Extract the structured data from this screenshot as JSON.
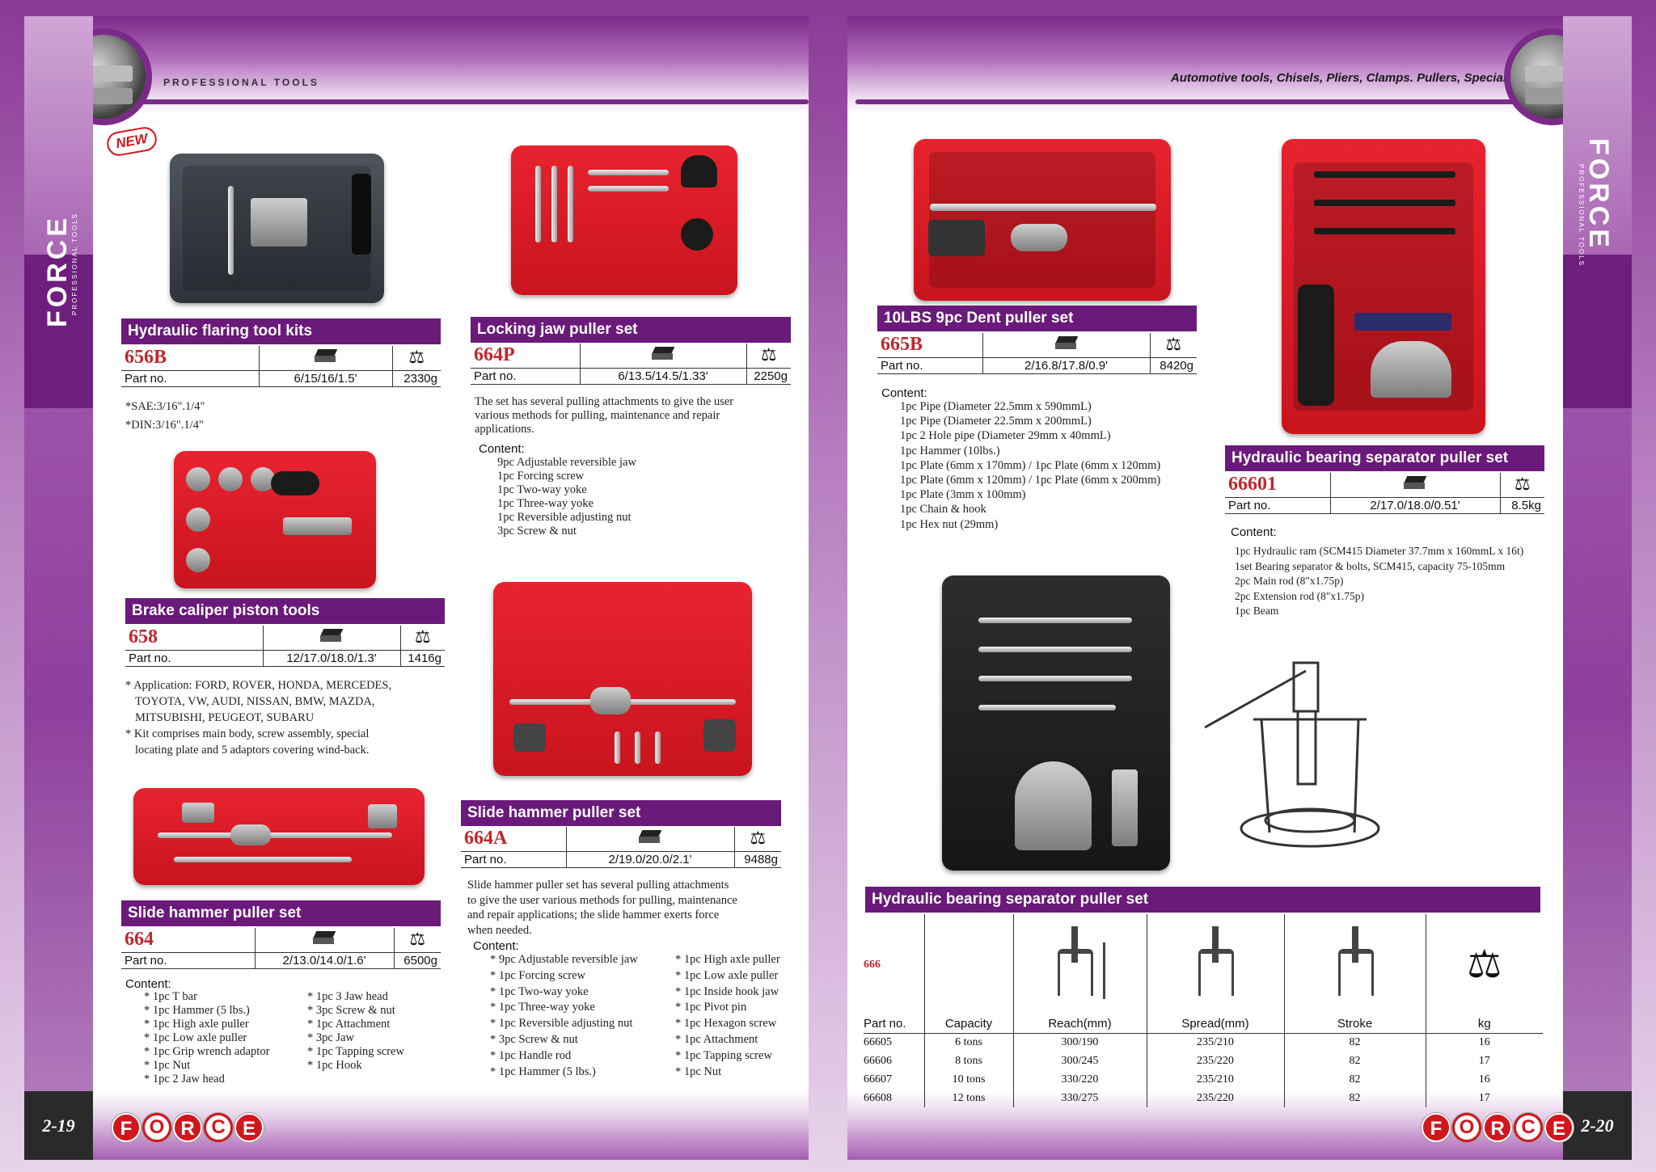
{
  "brand": {
    "name": "FORCE",
    "sub": "PROFESSIONAL TOOLS",
    "logo_letters": [
      "F",
      "O",
      "R",
      "C",
      "E"
    ]
  },
  "header": {
    "left": "PROFESSIONAL TOOLS",
    "right": "Automotive tools, Chisels, Pliers, Clamps. Pullers, Special tools"
  },
  "pages": {
    "left_num": "2-19",
    "right_num": "2-20"
  },
  "new_badge": "NEW",
  "part_no_label": "Part no.",
  "content_label": "Content:",
  "products": {
    "p656b": {
      "title": "Hydraulic flaring tool kits",
      "code": "656B",
      "pack": "6/15/16/1.5'",
      "weight": "2330g",
      "notes": [
        "*SAE:3/16\".1/4\"",
        "*DIN:3/16\".1/4\""
      ]
    },
    "p658": {
      "title": "Brake caliper piston tools",
      "code": "658",
      "pack": "12/17.0/18.0/1.3'",
      "weight": "1416g",
      "notes": [
        "* Application: FORD, ROVER, HONDA, MERCEDES,",
        "TOYOTA, VW, AUDI, NISSAN, BMW, MAZDA,",
        "MITSUBISHI, PEUGEOT, SUBARU",
        "* Kit comprises main body, screw assembly, special",
        "locating plate and 5 adaptors covering wind-back."
      ]
    },
    "p664": {
      "title": "Slide hammer puller set",
      "code": "664",
      "pack": "2/13.0/14.0/1.6'",
      "weight": "6500g",
      "col1": [
        "* 1pc T bar",
        "* 1pc Hammer (5 lbs.)",
        "* 1pc High axle puller",
        "* 1pc Low axle puller",
        "* 1pc Grip wrench adaptor",
        "* 1pc Nut",
        "* 1pc 2 Jaw head"
      ],
      "col2": [
        "* 1pc 3 Jaw head",
        "* 3pc Screw & nut",
        "* 1pc Attachment",
        "* 3pc Jaw",
        "* 1pc Tapping screw",
        "* 1pc Hook"
      ]
    },
    "p664p": {
      "title": "Locking jaw puller set",
      "code": "664P",
      "pack": "6/13.5/14.5/1.33'",
      "weight": "2250g",
      "desc": [
        "The set has several pulling attachments to give the user",
        "various methods for pulling, maintenance and repair",
        "applications."
      ],
      "content": [
        "9pc Adjustable reversible jaw",
        "1pc Forcing screw",
        "1pc Two-way yoke",
        "1pc Three-way yoke",
        "1pc Reversible adjusting nut",
        "3pc Screw & nut"
      ]
    },
    "p664a": {
      "title": "Slide hammer puller set",
      "code": "664A",
      "pack": "2/19.0/20.0/2.1'",
      "weight": "9488g",
      "desc": [
        "Slide hammer puller set has several pulling attachments",
        "to give the user various methods for pulling, maintenance",
        "and repair applications; the slide hammer exerts force",
        "when needed."
      ],
      "col1": [
        "* 9pc Adjustable reversible jaw",
        "* 1pc Forcing screw",
        "* 1pc Two-way yoke",
        "* 1pc Three-way yoke",
        "* 1pc Reversible adjusting nut",
        "* 3pc Screw & nut",
        "* 1pc Handle rod",
        "* 1pc Hammer (5 lbs.)"
      ],
      "col2": [
        "* 1pc High axle puller",
        "* 1pc Low axle puller",
        "* 1pc Inside hook jaw",
        "* 1pc Pivot pin",
        "* 1pc Hexagon screw",
        "* 1pc Attachment",
        "* 1pc Tapping screw",
        "* 1pc Nut"
      ]
    },
    "p665b": {
      "title": "10LBS 9pc Dent puller set",
      "code": "665B",
      "pack": "2/16.8/17.8/0.9'",
      "weight": "8420g",
      "content": [
        "1pc Pipe (Diameter 22.5mm x 590mmL)",
        "1pc Pipe (Diameter 22.5mm x 200mmL)",
        "1pc 2 Hole pipe (Diameter 29mm x 40mmL)",
        "1pc Hammer (10lbs.)",
        "1pc Plate (6mm x 170mm) / 1pc Plate (6mm x 120mm)",
        "1pc Plate (6mm x 120mm) / 1pc Plate (6mm x 200mm)",
        "1pc Plate (3mm x 100mm)",
        "1pc Chain & hook",
        "1pc Hex nut (29mm)"
      ]
    },
    "p66601": {
      "title": "Hydraulic bearing separator puller set",
      "code": "66601",
      "pack": "2/17.0/18.0/0.51'",
      "weight": "8.5kg",
      "content": [
        "1pc Hydraulic ram (SCM415 Diameter 37.7mm x 160mmL x 16t)",
        "1set Bearing separator & bolts, SCM415, capacity 75-105mm",
        "2pc Main rod (8\"x1.75p)",
        "2pc Extension rod (8\"x1.75p)",
        "1pc Beam"
      ]
    },
    "p666": {
      "title": "Hydraulic bearing separator puller set",
      "code": "666",
      "columns": [
        "Part no.",
        "Capacity",
        "Reach(mm)",
        "Spread(mm)",
        "Stroke",
        "kg"
      ],
      "rows": [
        [
          "66605",
          "6 tons",
          "300/190",
          "235/210",
          "82",
          "16"
        ],
        [
          "66606",
          "8 tons",
          "300/245",
          "235/220",
          "82",
          "17"
        ],
        [
          "66607",
          "10 tons",
          "330/220",
          "235/210",
          "82",
          "16"
        ],
        [
          "66608",
          "12 tons",
          "330/275",
          "235/220",
          "82",
          "17"
        ]
      ]
    }
  }
}
